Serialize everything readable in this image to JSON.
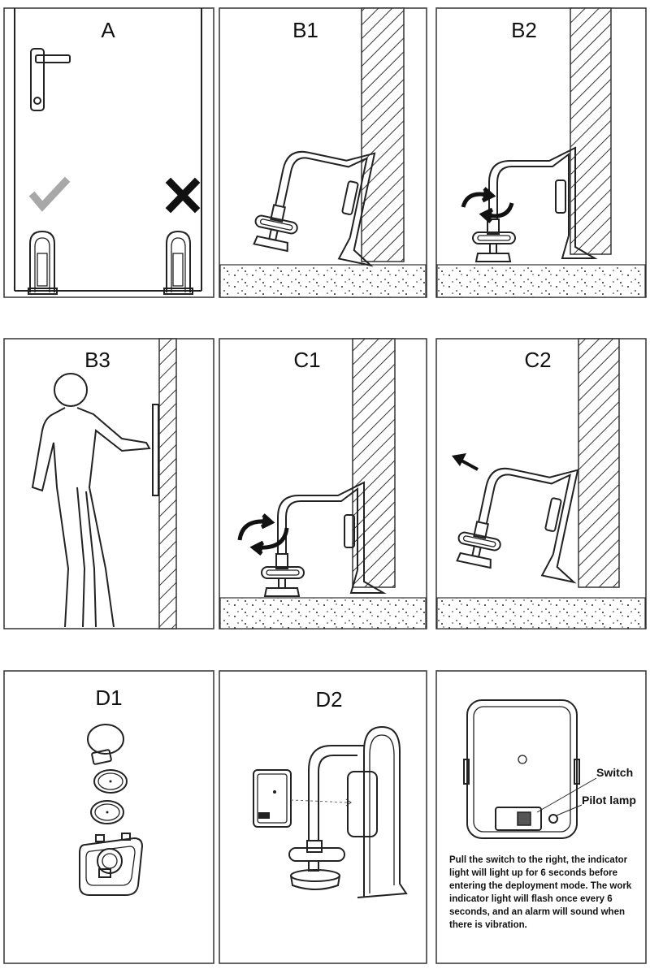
{
  "panels": {
    "a": "A",
    "b1": "B1",
    "b2": "B2",
    "b3": "B3",
    "c1": "C1",
    "c2": "C2",
    "d1": "D1",
    "d2": "D2"
  },
  "device_panel": {
    "switch_label": "Switch",
    "pilot_lamp_label": "Pilot lamp",
    "instructions": "Pull the switch to the right,  the indicator light will light up for 6 seconds before entering the deployment mode. The work indicator light will flash once every 6 seconds,  and an alarm will sound when there is vibration."
  },
  "colors": {
    "check_mark": "#a8a8a8",
    "cross_mark": "#111111",
    "line": "#222222"
  },
  "icons": [
    "check-icon",
    "cross-icon",
    "rotate-arrows-icon",
    "left-arrow-icon"
  ]
}
